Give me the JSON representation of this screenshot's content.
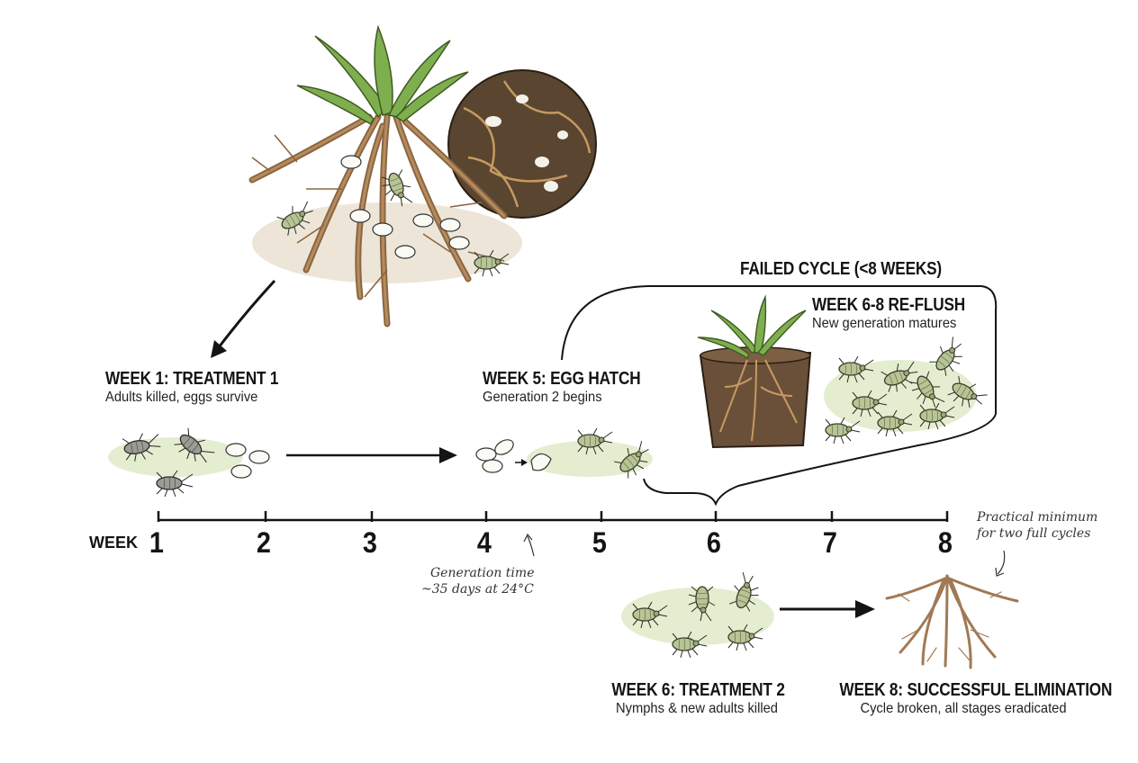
{
  "axis": {
    "title": "WEEK",
    "ticks": [
      "1",
      "2",
      "3",
      "4",
      "5",
      "6",
      "7",
      "8"
    ]
  },
  "stages": {
    "treatment1": {
      "title": "WEEK 1: TREATMENT 1",
      "subtitle": "Adults killed, eggs survive"
    },
    "egg_hatch": {
      "title": "WEEK 5: EGG HATCH",
      "subtitle": "Generation 2 begins"
    },
    "reflush": {
      "title": "WEEK 6-8 RE-FLUSH",
      "subtitle": "New generation matures"
    },
    "treatment2": {
      "title": "WEEK 6: TREATMENT 2",
      "subtitle": "Nymphs & new adults killed"
    },
    "elimination": {
      "title": "WEEK 8: SUCCESSFUL ELIMINATION",
      "subtitle": "Cycle broken, all stages eradicated"
    }
  },
  "failed_cycle": {
    "label": "FAILED CYCLE (<8 WEEKS)"
  },
  "notes": {
    "generation_time": [
      "Generation time",
      "~35 days at 24°C"
    ],
    "practical_minimum": [
      "Practical minimum",
      "for two full cycles"
    ]
  },
  "colors": {
    "ink": "#141414",
    "soil": "#5a4530",
    "root": "#a07a55",
    "leaf": "#7fae4e",
    "pest": "#b9c79a",
    "residue": "#dfe8c4"
  },
  "icons": {
    "root_ball": "plant-root-ball-illustration",
    "mealybug": "root-mealybug-icon",
    "egg": "egg-icon",
    "pot": "potted-plant-icon",
    "clean_roots": "clean-roots-icon"
  }
}
